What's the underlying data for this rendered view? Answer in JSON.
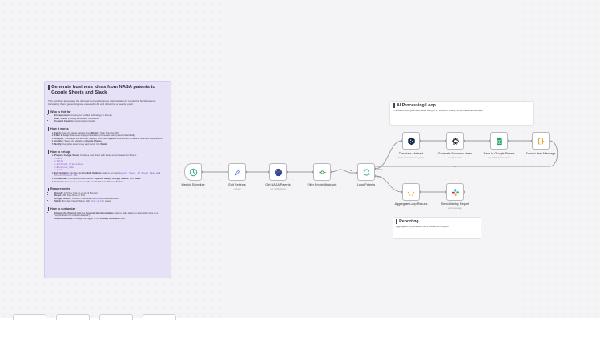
{
  "sticky_main": {
    "title": "Generate business ideas from NASA patents to Google Sheets and Slack",
    "intro": "This workflow automates the discovery of new business opportunities by monitoring NASA patents, translating them, generating use-cases with AI, and delivering a weekly report.",
    "who_heading": "Who is this for",
    "who_items": [
      {
        "b": "Entrepreneurs",
        "t": " looking for verified technology to license."
      },
      {
        "b": "R&D Teams",
        "t": " tracking aerospace innovation."
      },
      {
        "b": "Content Creators",
        "t": " covering tech trends."
      }
    ],
    "how_heading": "How it works",
    "how_items": [
      {
        "b": "Fetch:",
        "t": " Gets the latest patents from ",
        "b2": "NASA's",
        "t2": " Tech Transfer API."
      },
      {
        "b": "Filter & Loop:",
        "t": " Removes empty entries and processes each patent individually."
      },
      {
        "b": "Analyze:",
        "t": " Translates the abstract (DeepL) and uses ",
        "b2": "OpenAI",
        "t2": " to brainstorm practical business applications."
      },
      {
        "b": "Archive:",
        "t": " Saves the details to ",
        "b2": "Google Sheets",
        "t2": "."
      },
      {
        "b": "Notify:",
        "t": " Compiles a summary and sends it to ",
        "b2": "Slack",
        "t2": "."
      }
    ],
    "setup_heading": "How to set up",
    "setup_1": {
      "b": "Prepare Google Sheet:",
      "t": " Create a new sheet with these exact headers in Row 1:"
    },
    "setup_headers": [
      "Date",
      "Title",
      "Abstract_Translated",
      "Business_Idea",
      "Link"
    ],
    "setup_2": {
      "b": "Edit Settings:",
      "t": " Double-click the ",
      "b2": "Edit Settings",
      "t2": " node to set your ",
      "c": "Google Sheet ID",
      "t3": ", ",
      "c2": "Sheet Name",
      "t4": ", and ",
      "c3": "Slack Channel ID",
      "t5": "."
    },
    "setup_3": {
      "b": "Credentials:",
      "t": " Configure credentials for ",
      "b2": "OpenAI",
      "t2": ", ",
      "b3": "DeepL",
      "t3": ", ",
      "b4": "Google Sheets",
      "t4": ", and ",
      "b5": "Slack",
      "t5": "."
    },
    "setup_4": {
      "b": "Activate:",
      "t": " Run a test execution, then switch the workflow to ",
      "b2": "Active",
      "t2": "."
    },
    "req_heading": "Requirements",
    "req_items": [
      {
        "b": "OpenAI:",
        "t": " API Key (gpt-4o or gpt-3.5-turbo)"
      },
      {
        "b": "DeepL:",
        "t": " API Key (Free or Pro)"
      },
      {
        "b": "Google Sheets:",
        "t": " OAuth2 credentials with Drive/Sheets scopes."
      },
      {
        "b": "Slack:",
        "t": " Bot User OAuth Token with ",
        "c": "chat:write",
        "t2": " scope."
      }
    ],
    "custom_heading": "How to customize",
    "custom_items": [
      {
        "b": "Change the Prompt:",
        "t": " Edit the ",
        "b2": "Generate Business Ideas",
        "t2": " node to tailor ideas for a specific niche (e.g., \"Applications for medical devices\")."
      },
      {
        "b": "Adjust Schedule:",
        "t": " Change the trigger in the ",
        "b2": "Weekly Schedule",
        "t2": " node."
      }
    ]
  },
  "sticky_ai": {
    "title": "AI Processing Loop",
    "desc": "Translates text, generates ideas using LLM, saves to Sheets, and formats the message."
  },
  "sticky_report": {
    "title": "Reporting",
    "desc": "Aggregates all processed items and sends a digest."
  },
  "nodes": {
    "weekly_schedule": {
      "label": "Weekly Schedule",
      "icon": "clock-icon"
    },
    "edit_settings": {
      "label": "Edit Settings",
      "sub": "manual",
      "icon": "pencil-icon"
    },
    "get_nasa": {
      "label": "Get NASA Patents",
      "sub": "get: techtransfer",
      "icon": "nasa-icon"
    },
    "filter_empty": {
      "label": "Filter Empty Abstracts",
      "icon": "filter-icon"
    },
    "loop_patents": {
      "label": "Loop Patents",
      "icon": "loop-icon",
      "done_label": "done",
      "loop_label": "loop"
    },
    "translate": {
      "label": "Translate Abstract",
      "sub": "deepl: Translate a language",
      "icon": "deepl-icon"
    },
    "generate": {
      "label": "Generate Business Ideas",
      "sub": "complete: chat",
      "icon": "openai-icon"
    },
    "save_sheets": {
      "label": "Save to Google Sheets",
      "sub": "appendOrUpdate: sheet",
      "icon": "sheets-icon"
    },
    "format_item": {
      "label": "Format Item Message",
      "icon": "code-icon"
    },
    "aggregate": {
      "label": "Aggregate Loop Results",
      "icon": "code-icon"
    },
    "send_report": {
      "label": "Send Weekly Report",
      "sub": "post: message",
      "icon": "slack-icon"
    }
  },
  "colors": {
    "sticky_purple": "#e6e1f7",
    "canvas": "#f4f4f6",
    "edge": "#9a9aa2"
  }
}
